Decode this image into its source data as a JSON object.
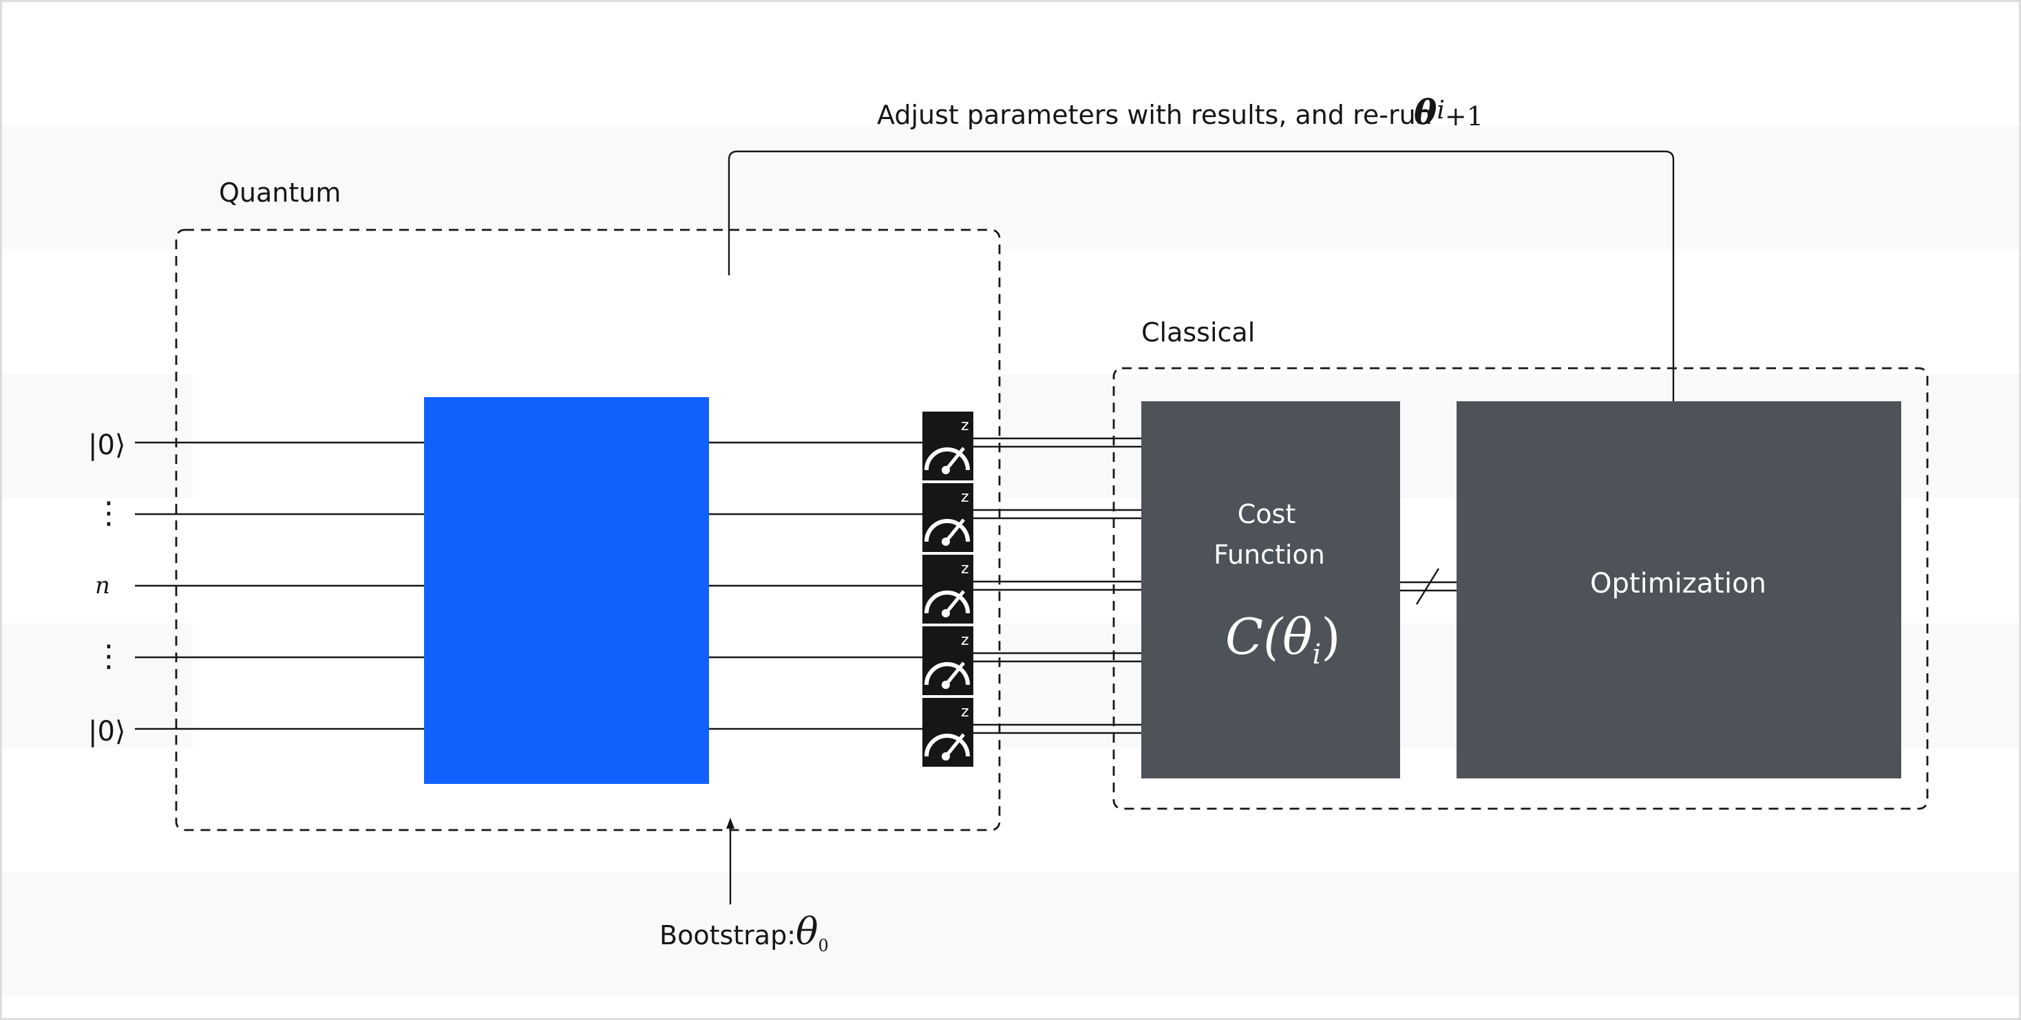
{
  "colors": {
    "background": "#ffffff",
    "band": "#f8f9fa",
    "ansatz_block": "#0f62fe",
    "classical_box": "#4d5358",
    "measure_box": "#161616",
    "line": "#161616"
  },
  "quantum_section": {
    "title": "Quantum",
    "qubit_labels": [
      "|0⟩",
      "⋮",
      "n",
      "⋮",
      "|0⟩"
    ],
    "measurement_basis": "z",
    "measurement_count": 5
  },
  "classical_section": {
    "title": "Classical",
    "cost_function": {
      "line1": "Cost",
      "line2": "Function",
      "formula_main": "C(θ",
      "formula_sub": "i",
      "formula_end": ")"
    },
    "optimization": {
      "label": "Optimization"
    }
  },
  "feedback": {
    "text": "Adjust parameters with results, and re-run",
    "symbol": "θ",
    "symbol_sup": "i",
    "symbol_tail": "+1"
  },
  "bootstrap": {
    "text": "Bootstrap:",
    "symbol": "θ",
    "symbol_sub": "0"
  },
  "icons": {
    "measurement": "meter-gauge-icon",
    "arrow": "arrow-up-icon"
  }
}
